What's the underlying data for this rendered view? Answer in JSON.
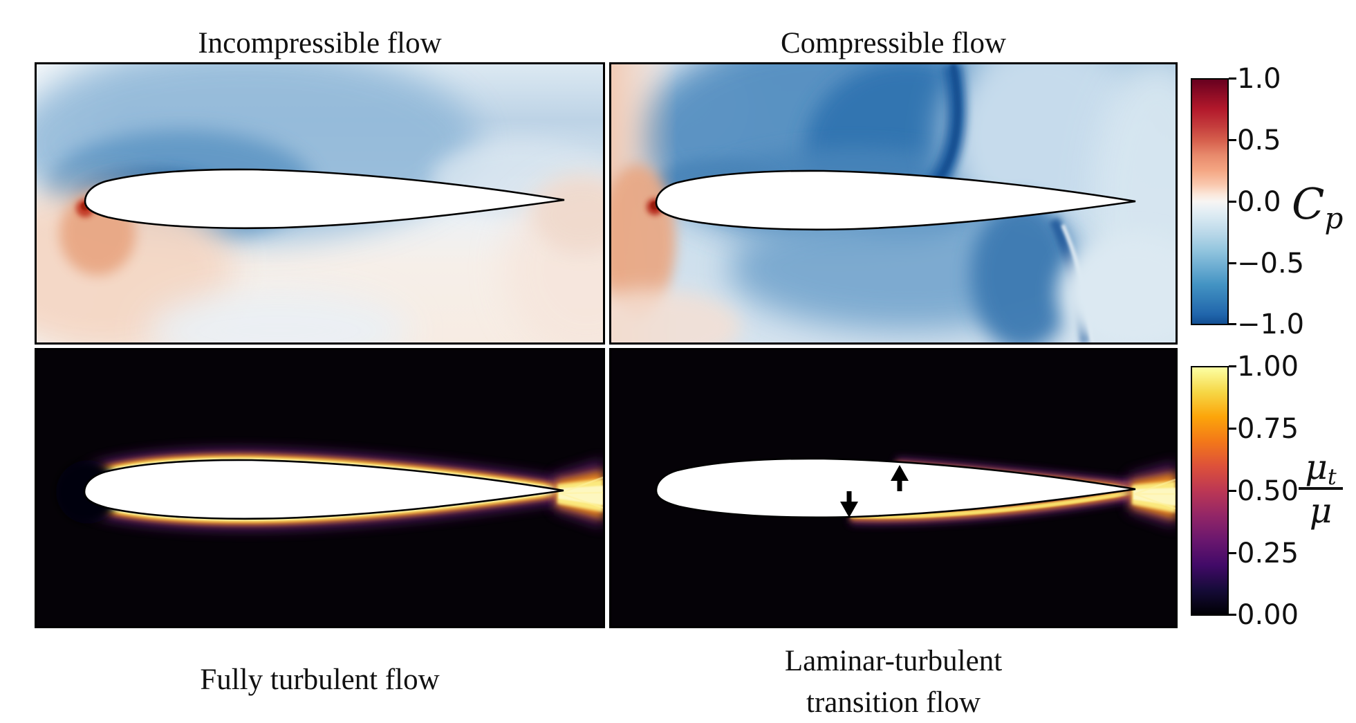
{
  "figure": {
    "titles": {
      "incompressible": "Incompressible flow",
      "compressible": "Compressible flow"
    },
    "captions": {
      "fully_turbulent": "Fully turbulent flow",
      "transition_line1": "Laminar-turbulent",
      "transition_line2": "transition flow"
    },
    "colorbar_cp": {
      "symbol": "C",
      "subscript": "p",
      "ticks": [
        "1.0",
        "0.5",
        "0.0",
        "−0.5",
        "−1.0"
      ]
    },
    "colorbar_mu": {
      "numerator": "μ",
      "numerator_sub": "t",
      "denominator": "μ",
      "ticks": [
        "1.00",
        "0.75",
        "0.50",
        "0.25",
        "0.00"
      ]
    }
  },
  "chart_data": [
    {
      "type": "heatmap",
      "panel": "top-left",
      "title": "Incompressible flow",
      "quantity": "pressure coefficient C_p around an airfoil",
      "colormap": "red-white-blue (RdBu)",
      "value_range": [
        -1.0,
        1.0
      ],
      "colorbar_ticks": [
        1.0,
        0.5,
        0.0,
        -0.5,
        -1.0
      ],
      "features": [
        "red high-pressure stagnation spot at the airfoil leading edge",
        "dark-blue low-pressure suction region hugging the forward upper surface",
        "light-blue field above the airfoil",
        "near-white / pale-pink field below and downstream of the airfoil"
      ]
    },
    {
      "type": "heatmap",
      "panel": "top-right",
      "title": "Compressible flow",
      "quantity": "pressure coefficient C_p around an airfoil",
      "colormap": "red-white-blue (RdBu)",
      "value_range": [
        -1.0,
        1.0
      ],
      "colorbar_ticks": [
        1.0,
        0.5,
        0.0,
        -0.5,
        -1.0
      ],
      "features": [
        "red stagnation spot at the leading edge with a salmon high-pressure band upstream",
        "large dark-blue supersonic suction region above the airfoil terminated by a shock near mid-chord",
        "second dark-blue pocket under the rear lower surface ending in a nearly vertical shock",
        "lighter blue field downstream of both shocks"
      ]
    },
    {
      "type": "heatmap",
      "panel": "bottom-left",
      "title": "Fully turbulent flow",
      "quantity": "turbulent-to-laminar viscosity ratio μt/μ",
      "colormap": "inferno",
      "value_range": [
        0.0,
        1.0
      ],
      "colorbar_ticks": [
        1.0,
        0.75,
        0.5,
        0.25,
        0.0
      ],
      "features": [
        "black (zero eddy viscosity) far field",
        "bright yellow-orange turbulent boundary layer along the whole upper and lower surfaces starting near the leading edge",
        "bright turbulent wake fanning out from the trailing edge to the right edge of the panel"
      ]
    },
    {
      "type": "heatmap",
      "panel": "bottom-right",
      "title": "Laminar-turbulent transition flow",
      "quantity": "turbulent-to-laminar viscosity ratio μt/μ",
      "colormap": "inferno",
      "value_range": [
        0.0,
        1.0
      ],
      "colorbar_ticks": [
        1.0,
        0.75,
        0.5,
        0.25,
        0.0
      ],
      "features": [
        "black laminar region over the front portion of the airfoil",
        "two black arrows marking transition: one pointing up at the upper surface near 53% chord, one pointing down at the lower surface near 44% chord",
        "turbulent boundary layer and bright wake only downstream of the transition points"
      ]
    }
  ]
}
